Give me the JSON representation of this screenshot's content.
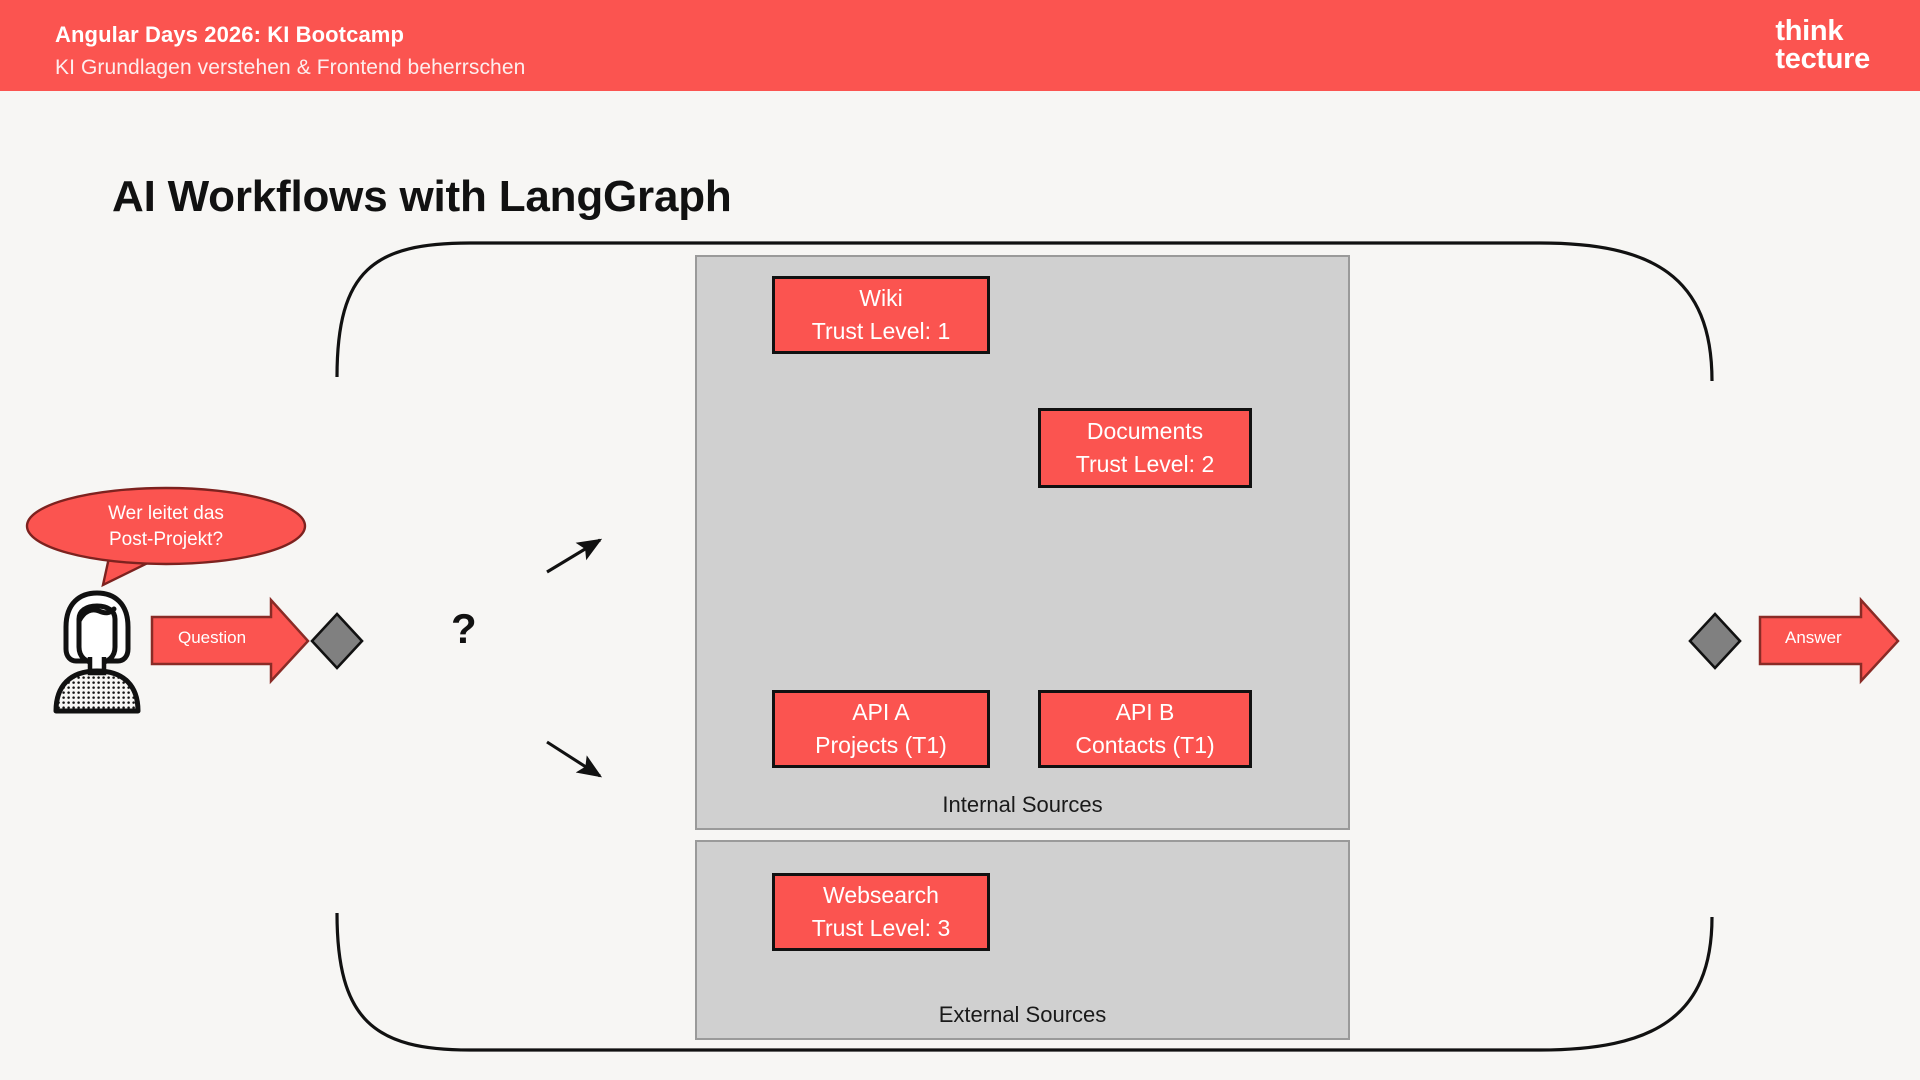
{
  "header": {
    "title": "Angular Days 2026: KI Bootcamp",
    "subtitle": "KI Grundlagen verstehen & Frontend beherrschen",
    "logo_line1": "think",
    "logo_line2": "tecture",
    "bar_color": "#fb5450"
  },
  "slide": {
    "title": "AI Workflows with LangGraph",
    "background_color": "#f7f6f4",
    "accent_color": "#fb5450",
    "panel_color": "#d0d0d0",
    "diamond_color": "#808080"
  },
  "diagram": {
    "question_mark": "?",
    "flow": {
      "question_arrow_label": "Question",
      "answer_arrow_label": "Answer"
    },
    "user": {
      "icon": "person-icon",
      "speech_bubble_line1": "Wer leitet das",
      "speech_bubble_line2": "Post-Projekt?"
    },
    "groups": [
      {
        "id": "internal",
        "label": "Internal Sources",
        "nodes": [
          {
            "id": "wiki",
            "title": "Wiki",
            "sub": "Trust Level: 1",
            "icon": "database-icon"
          },
          {
            "id": "documents",
            "title": "Documents",
            "sub": "Trust Level: 2",
            "icon": "globe-cursor-icon"
          },
          {
            "id": "api-a",
            "title": "API A",
            "sub": "Projects (T1)",
            "icon": "none"
          },
          {
            "id": "api-b",
            "title": "API B",
            "sub": "Contacts (T1)",
            "icon": "none"
          }
        ]
      },
      {
        "id": "external",
        "label": "External Sources",
        "nodes": [
          {
            "id": "websearch",
            "title": "Websearch",
            "sub": "Trust Level: 3",
            "icon": "globe-cursor-icon"
          }
        ]
      }
    ]
  }
}
